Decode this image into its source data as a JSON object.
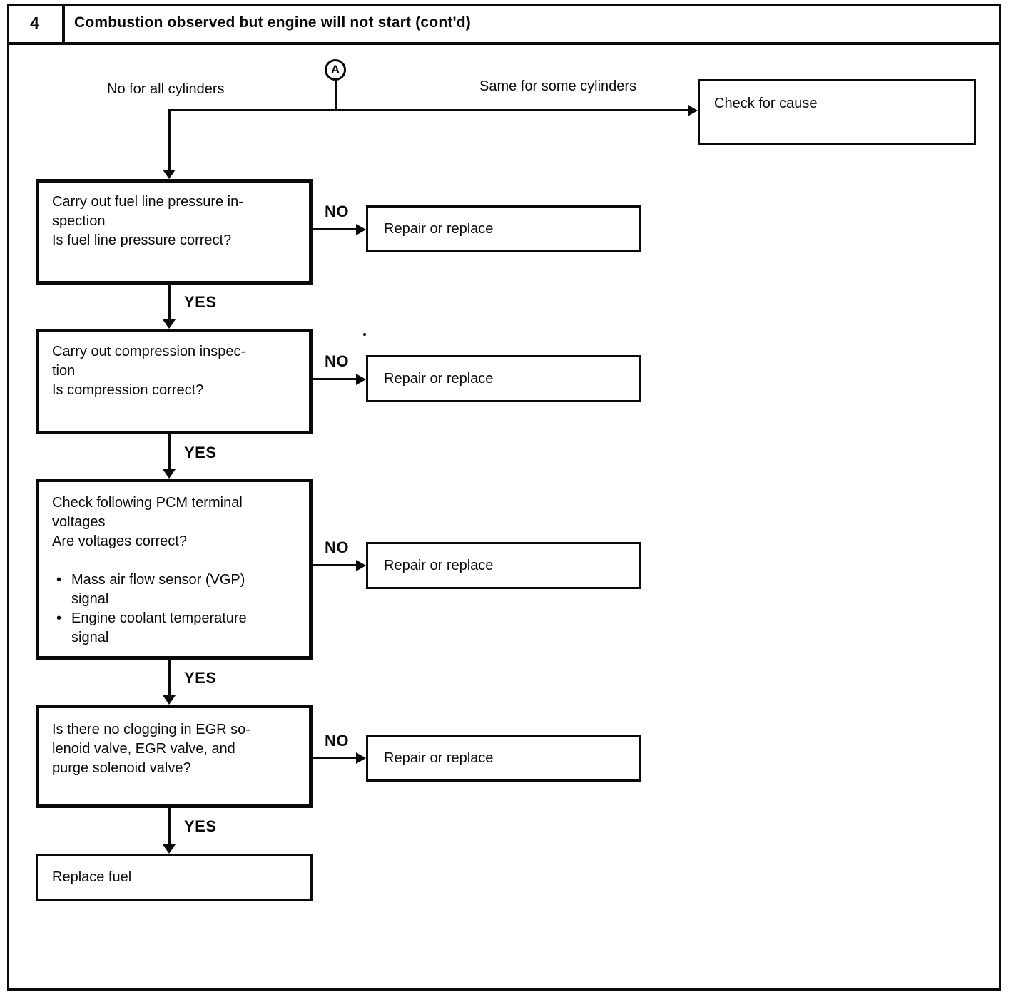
{
  "colors": {
    "ink": "#0a0a0a",
    "paper": "#ffffff"
  },
  "header": {
    "step_number": "4",
    "title": "Combustion observed but engine will not start (cont'd)"
  },
  "connector": {
    "label": "A"
  },
  "branches": {
    "left_label": "No for all cylinders",
    "right_label": "Same for some cylinders",
    "right_result": "Check for cause"
  },
  "bullet_glyph": "•",
  "steps": [
    {
      "lines": [
        "Carry out fuel line pressure in-",
        "spection",
        "Is fuel line pressure correct?"
      ],
      "no_label": "NO",
      "no_result": "Repair or replace",
      "yes_label": "YES"
    },
    {
      "lines": [
        "Carry out compression inspec-",
        "tion",
        "Is compression correct?"
      ],
      "no_label": "NO",
      "no_result": "Repair or replace",
      "yes_label": "YES"
    },
    {
      "lines": [
        "Check following PCM terminal",
        "voltages",
        "Are voltages correct?"
      ],
      "bullets": [
        [
          "Mass air flow sensor (VGP)",
          "signal"
        ],
        [
          "Engine coolant temperature",
          "signal"
        ]
      ],
      "no_label": "NO",
      "no_result": "Repair or replace",
      "yes_label": "YES"
    },
    {
      "lines": [
        "Is there no clogging in EGR so-",
        "lenoid valve, EGR valve, and",
        "purge solenoid valve?"
      ],
      "no_label": "NO",
      "no_result": "Repair or replace",
      "yes_label": "YES"
    }
  ],
  "final": {
    "label": "Replace fuel"
  }
}
